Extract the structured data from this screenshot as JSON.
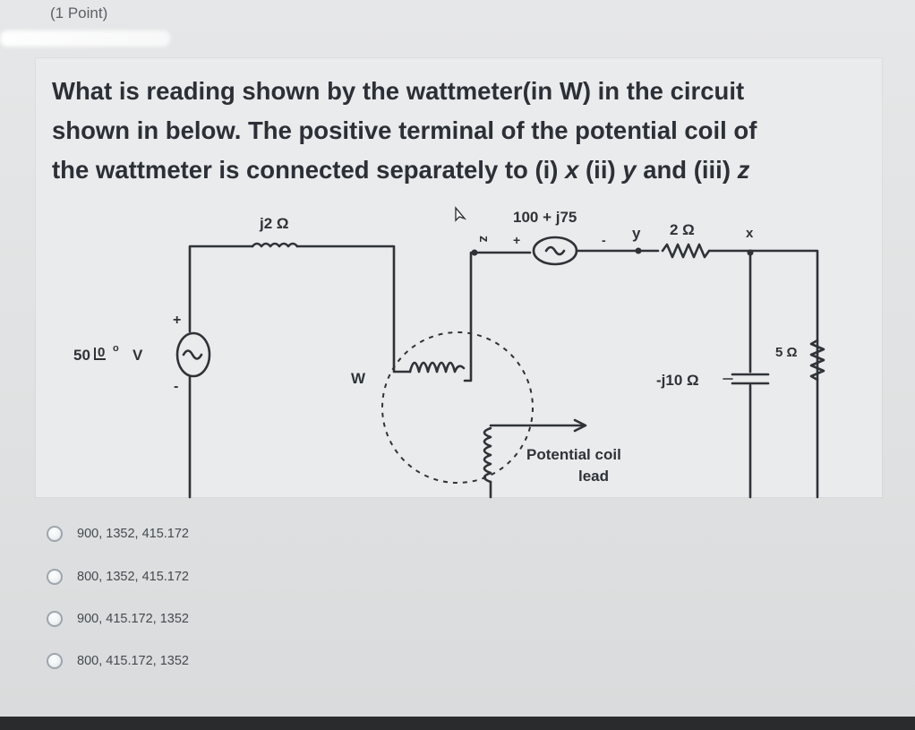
{
  "question": {
    "points": "(1 Point)",
    "text_line1": "What is reading shown by the wattmeter(in W) in the circuit",
    "text_line2": "shown in  below. The positive terminal of the potential coil of",
    "text_line3_a": "the wattmeter is connected separately to (i) ",
    "text_line3_x": "x",
    "text_line3_b": " (ii) ",
    "text_line3_y": "y",
    "text_line3_c": " and (iii) ",
    "text_line3_z": "z"
  },
  "circuit": {
    "source_label": "50",
    "source_angle": "0",
    "source_unit": "V",
    "source_plus": "+",
    "source_minus": "-",
    "inductor_label": "j2 Ω",
    "wattmeter_label": "W",
    "node_z": "z",
    "node_y": "y",
    "node_x": "x",
    "ac_source2_label": "100 + j75",
    "ac_source2_plus": "+",
    "ac_source2_minus": "-",
    "resistor_2_label": "2 Ω",
    "capacitor_label": "-j10 Ω",
    "resistor_5_label": "5 Ω",
    "potential_coil_line1": "Potential coil",
    "potential_coil_line2": "lead"
  },
  "options": [
    {
      "label": "900, 1352, 415.172"
    },
    {
      "label": "800, 1352, 415.172"
    },
    {
      "label": "900, 415.172, 1352"
    },
    {
      "label": "800, 415.172, 1352"
    }
  ]
}
